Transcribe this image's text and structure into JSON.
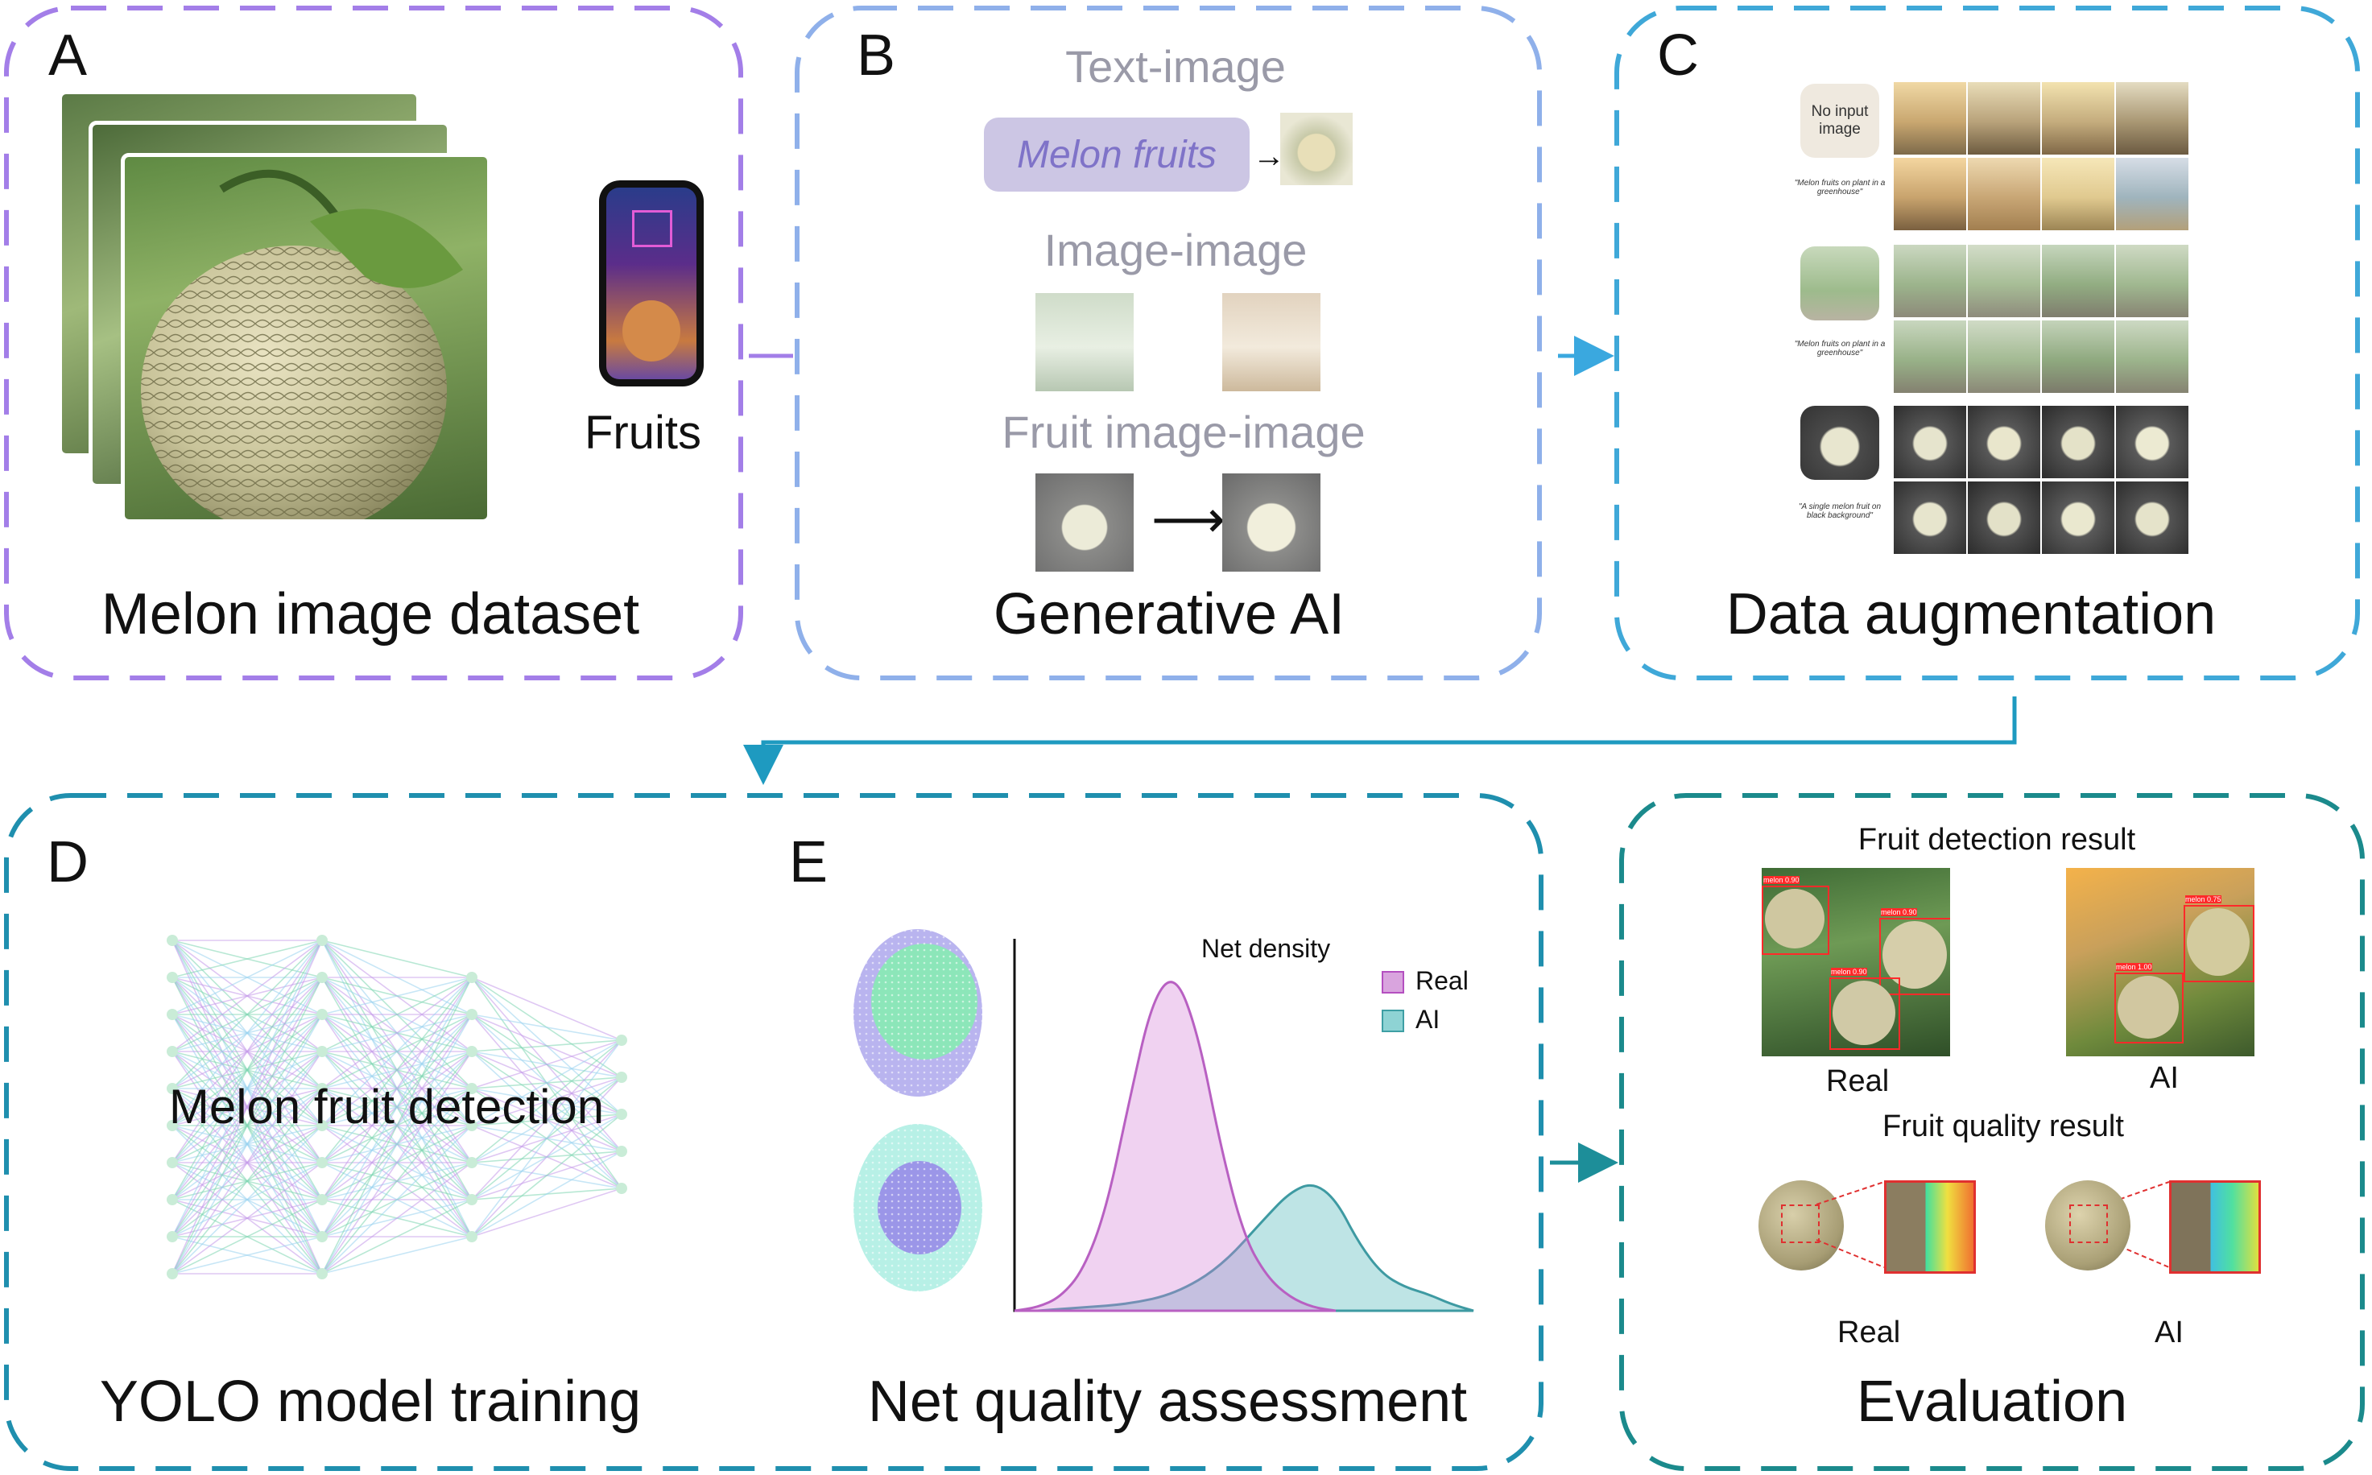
{
  "colors": {
    "panel_a_border": "#a37ee8",
    "panel_b_border": "#8fb0ea",
    "panel_c_border": "#3fa8d8",
    "panel_bottom_border": "#1f8fae",
    "panel_eval_border": "#1b8a8c",
    "real": "#d47fd8",
    "ai": "#6fc3c6",
    "arrow_top": "#3aa8df",
    "arrow_mid": "#1e9ac0",
    "arrow_bottom": "#1d8e99"
  },
  "panel_a": {
    "letter": "A",
    "title": "Melon image dataset",
    "phone_label": "Fruits"
  },
  "panel_b": {
    "letter": "B",
    "title": "Generative AI",
    "text_image_label": "Text-image",
    "prompt": "Melon fruits",
    "image_image_label": "Image-image",
    "fruit_image_image_label": "Fruit image-image"
  },
  "panel_c": {
    "letter": "C",
    "title": "Data augmentation",
    "no_input": "No input image",
    "caption_1": "\"Melon fruits on plant in a greenhouse\"",
    "caption_2": "\"Melon fruits on plant in a greenhouse\"",
    "caption_3": "\"A single melon fruit on black background\""
  },
  "panel_d": {
    "letter": "D",
    "title": "YOLO model training",
    "network_label": "Melon fruit detection"
  },
  "panel_e": {
    "letter": "E",
    "title": "Net quality assessment"
  },
  "chart_data": {
    "type": "area",
    "title": "Net density",
    "xlabel": "",
    "ylabel": "",
    "legend_position": "top-right",
    "series": [
      {
        "name": "Real",
        "color": "#d47fd8",
        "x": [
          0.0,
          0.05,
          0.1,
          0.15,
          0.2,
          0.25,
          0.3,
          0.35,
          0.4,
          0.45,
          0.5,
          0.55,
          0.6,
          0.65,
          0.7
        ],
        "y": [
          0.0,
          0.01,
          0.04,
          0.12,
          0.3,
          0.62,
          0.92,
          1.0,
          0.82,
          0.48,
          0.22,
          0.1,
          0.04,
          0.01,
          0.0
        ]
      },
      {
        "name": "AI",
        "color": "#6fc3c6",
        "x": [
          0.05,
          0.15,
          0.25,
          0.35,
          0.45,
          0.55,
          0.6,
          0.65,
          0.7,
          0.75,
          0.8,
          0.85,
          0.9,
          0.95,
          1.0
        ],
        "y": [
          0.0,
          0.01,
          0.02,
          0.05,
          0.13,
          0.28,
          0.35,
          0.38,
          0.33,
          0.2,
          0.11,
          0.07,
          0.05,
          0.02,
          0.0
        ]
      }
    ],
    "xlim": [
      0,
      1
    ],
    "ylim": [
      0,
      1.1
    ],
    "grid": false
  },
  "panel_eval": {
    "title": "Evaluation",
    "detection_label": "Fruit detection result",
    "quality_label": "Fruit quality result",
    "real_label_1": "Real",
    "ai_label_1": "AI",
    "real_label_2": "Real",
    "ai_label_2": "AI",
    "box_label_1": "melon 0.90",
    "box_label_2": "melon 0.90",
    "box_label_3": "melon 0.90",
    "box_label_4": "melon 0.75",
    "box_label_5": "melon 1.00"
  }
}
